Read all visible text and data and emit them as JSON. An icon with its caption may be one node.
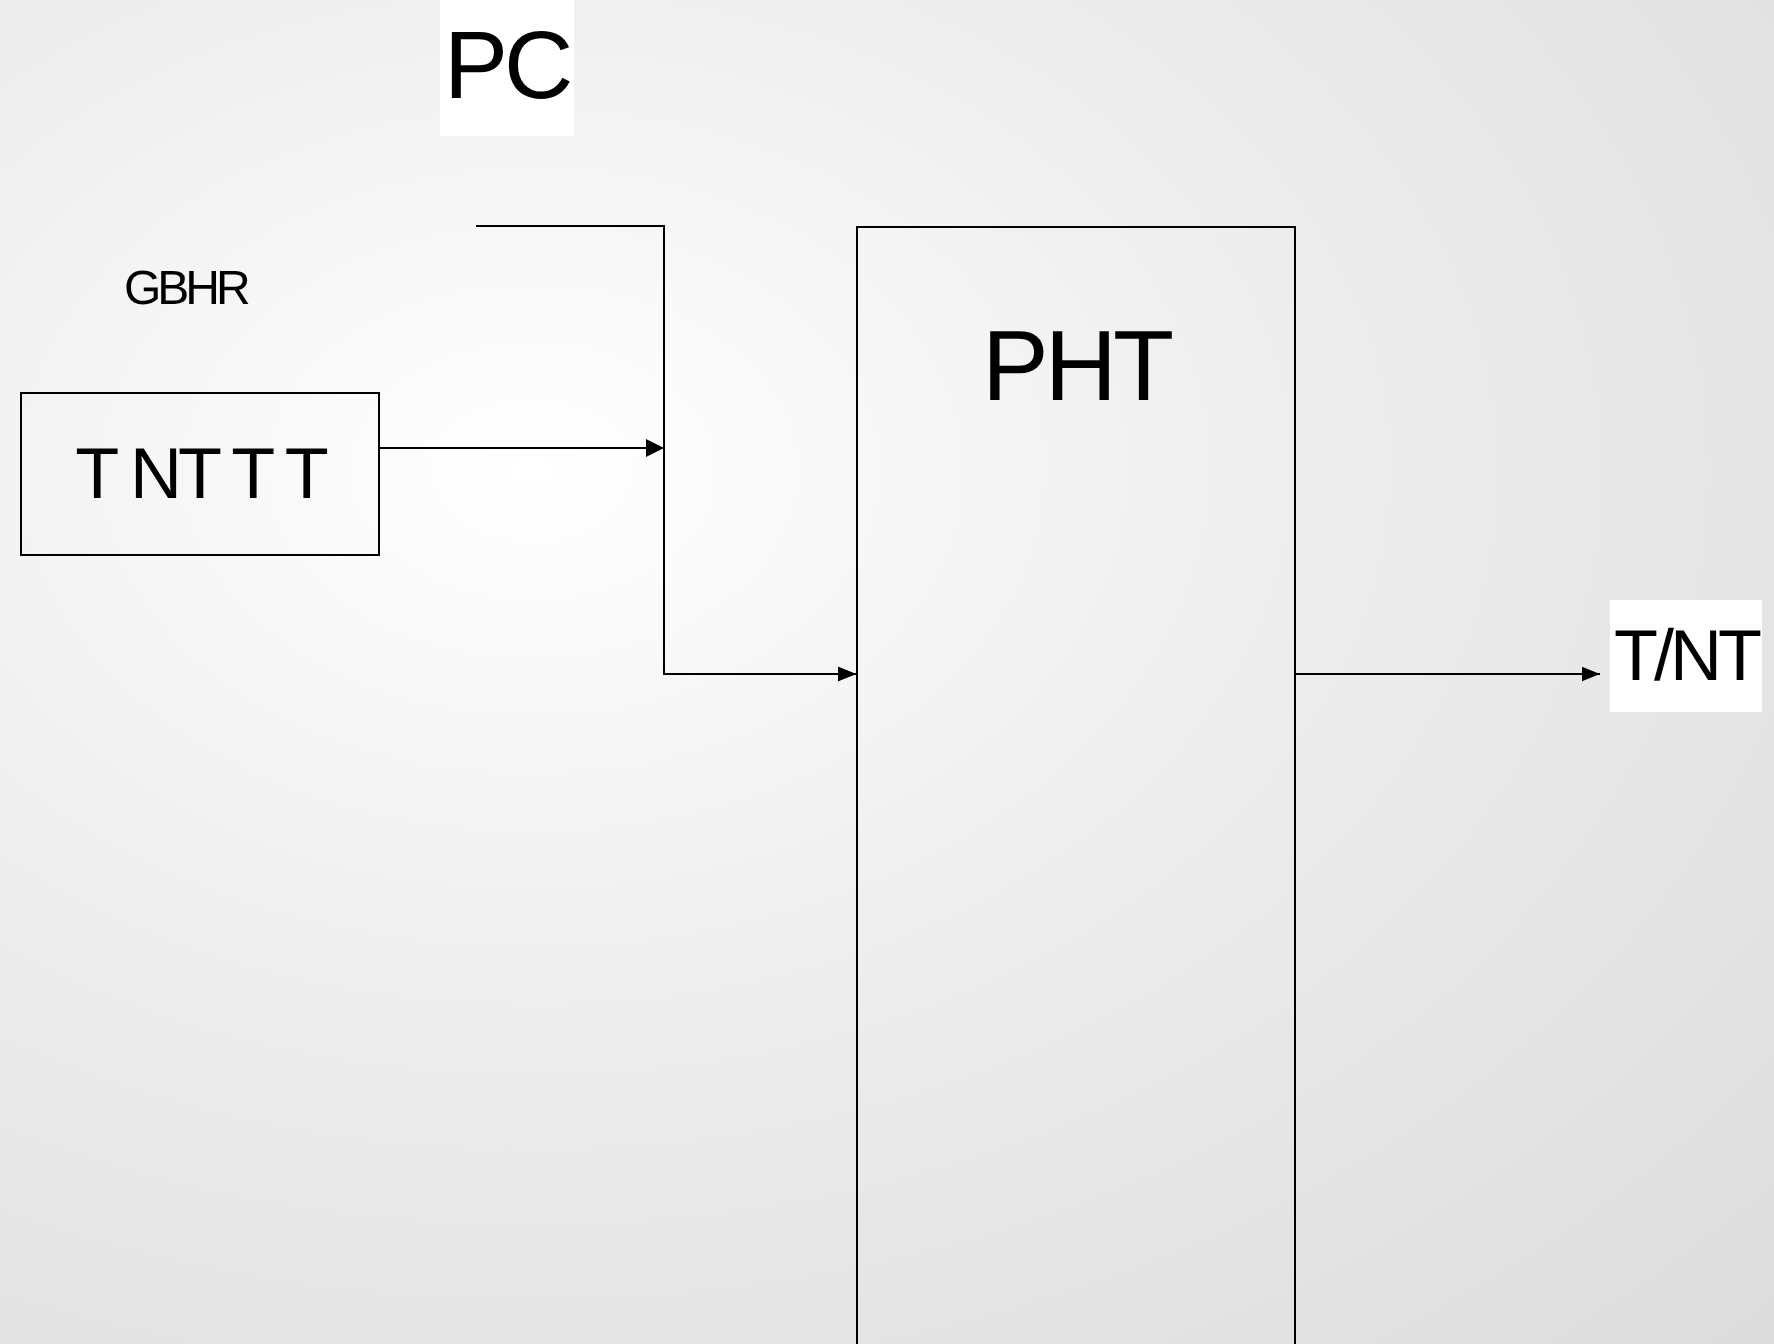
{
  "diagram": {
    "nodes": [
      {
        "text": [
          "PC"
        ]
      },
      {
        "text": [
          "GBHR",
          "T NT T T"
        ]
      },
      {
        "text": [
          "PHT"
        ]
      },
      {
        "text": [
          "T/NT"
        ]
      }
    ],
    "edges": [
      {
        "from": 0,
        "to": 2,
        "arrow": "to"
      },
      {
        "from": 1,
        "to": 2,
        "arrow": "to"
      },
      {
        "from": 2,
        "to": 3,
        "arrow": "to"
      }
    ]
  }
}
